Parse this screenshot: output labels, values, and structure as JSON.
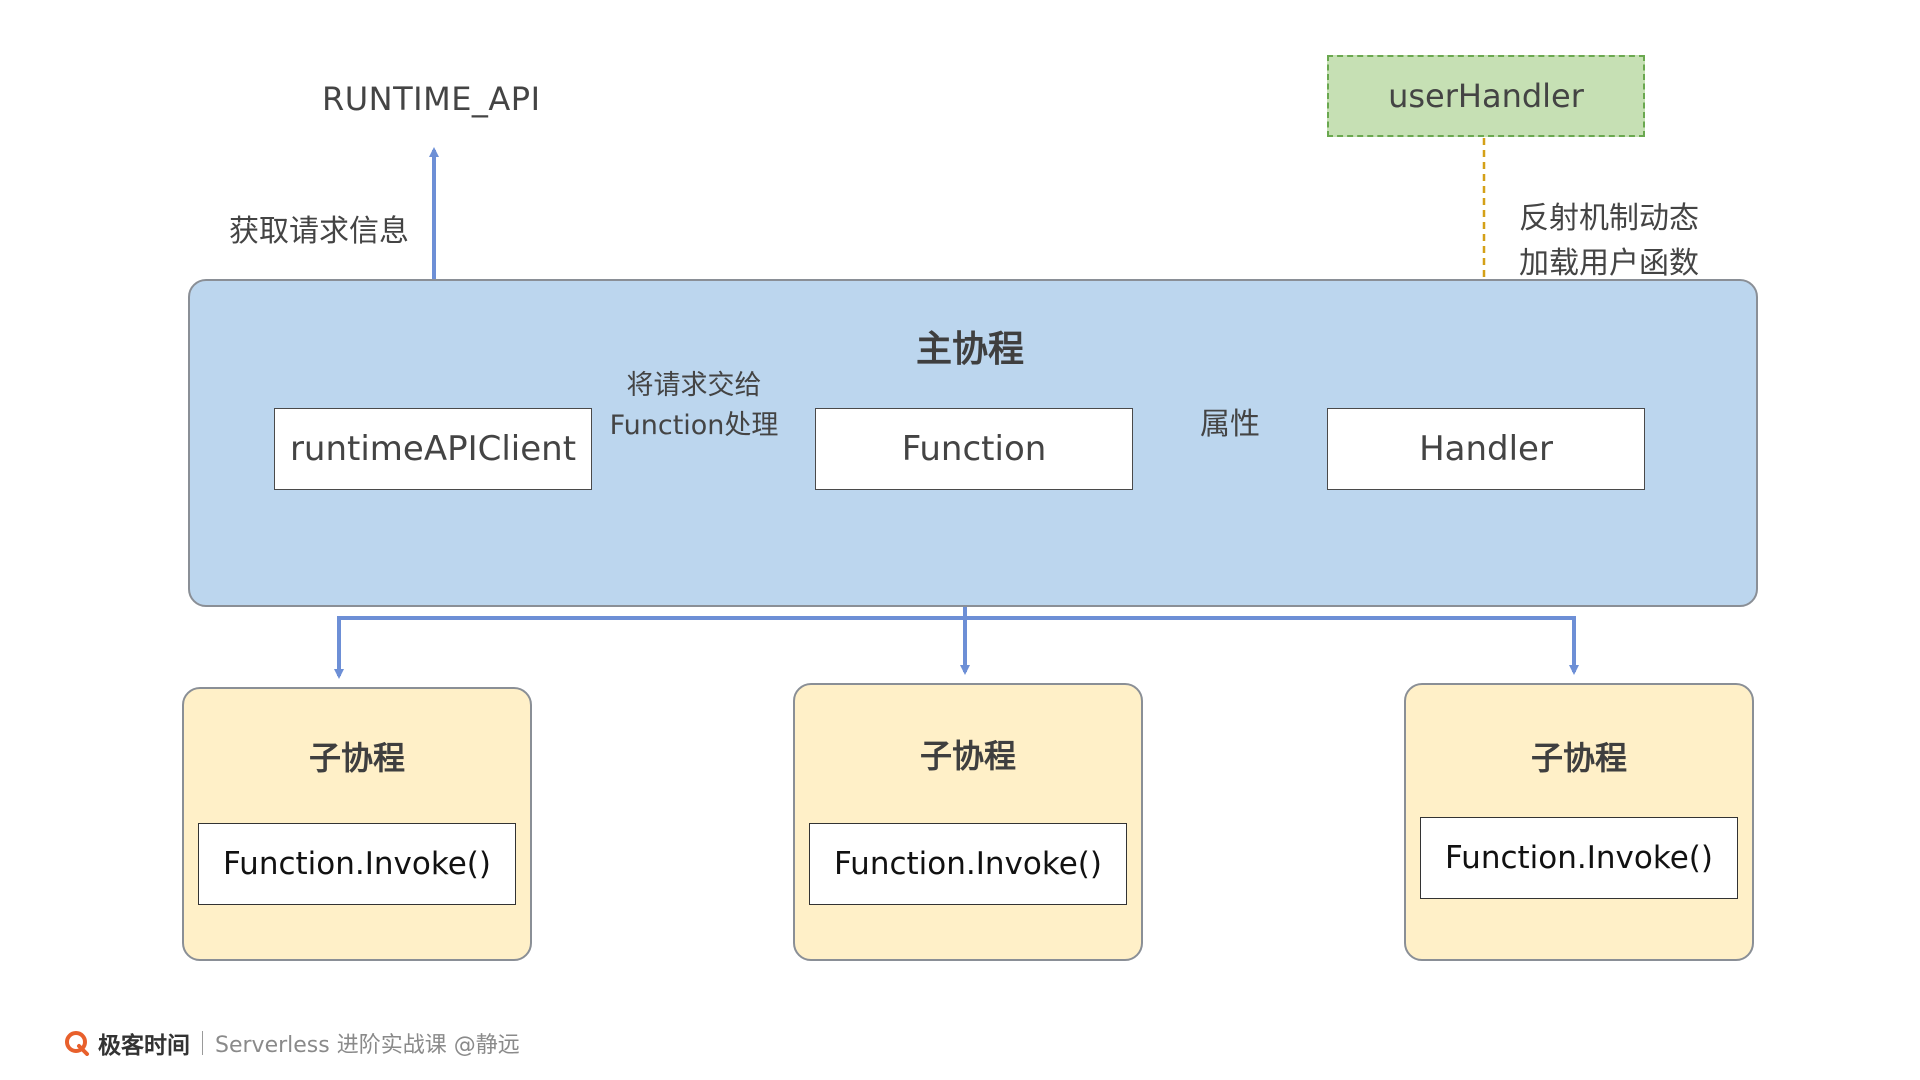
{
  "colors": {
    "main_fill": "#bcd6ee",
    "sub_fill": "#fff0c8",
    "user_fill": "#c6e0b4",
    "arrow_blue": "#6d8fd6",
    "arrow_red": "#c9302c",
    "arrow_gold": "#d4a017"
  },
  "top": {
    "api_label": "RUNTIME_API",
    "fetch_label": "获取请求信息",
    "user_handler": "userHandler",
    "reflect_line1": "反射机制动态",
    "reflect_line2": "加载用户函数"
  },
  "main": {
    "title": "主协程",
    "client": "runtimeAPIClient",
    "function": "Function",
    "handler": "Handler",
    "pass_line1": "将请求交给",
    "pass_line2": "Function处理",
    "attr_label": "属性"
  },
  "subs": [
    {
      "title": "子协程",
      "invoke": "Function.Invoke()"
    },
    {
      "title": "子协程",
      "invoke": "Function.Invoke()"
    },
    {
      "title": "子协程",
      "invoke": "Function.Invoke()"
    }
  ],
  "footer": {
    "logo_icon": "geektime-logo-icon",
    "brand": "极客时间",
    "course": "Serverless 进阶实战课 @静远"
  }
}
